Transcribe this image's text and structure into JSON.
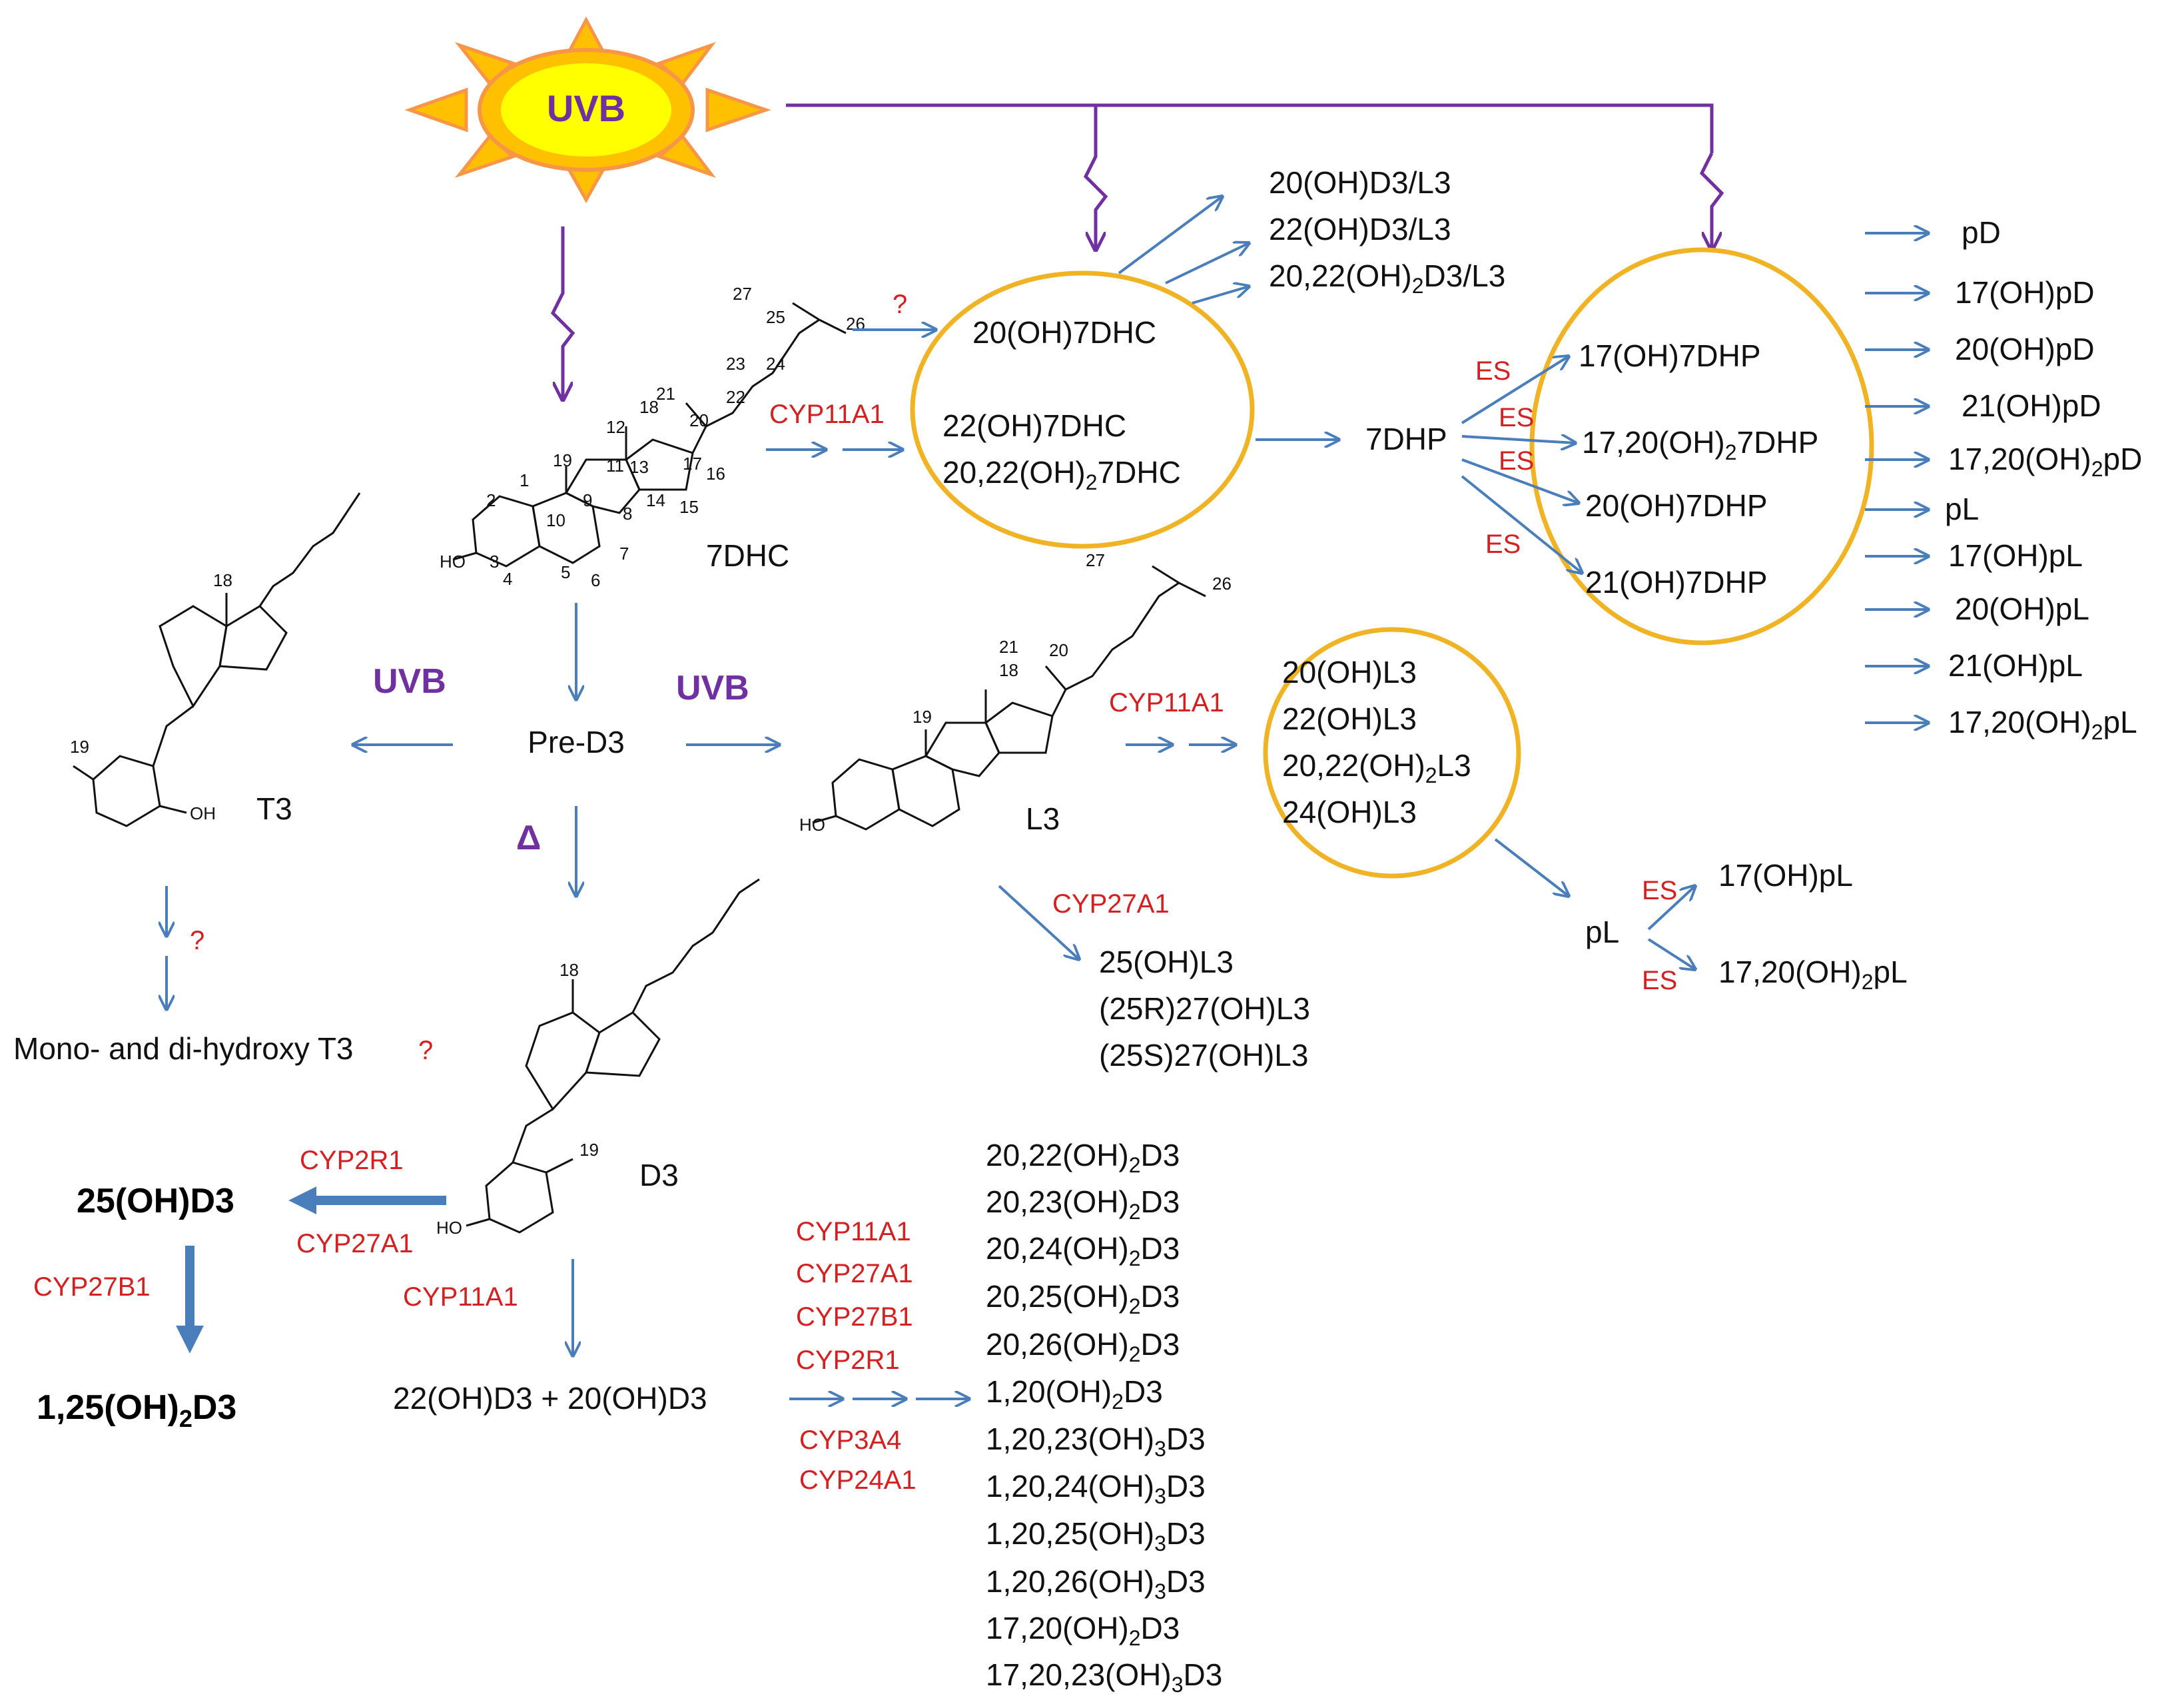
{
  "sun": {
    "label": "UVB",
    "colors": {
      "core": "#ffff00",
      "ray": "#ffc000",
      "border": "#f79646",
      "text": "#7030a0"
    }
  },
  "molecules": {
    "dhc7": "7DHC",
    "pre_d3": "Pre-D3",
    "l3": "L3",
    "t3": "T3",
    "d3": "D3"
  },
  "labels": {
    "uvb_left": "UVB",
    "uvb_right": "UVB",
    "delta": "Δ",
    "q_top": "?",
    "q_t3": "?",
    "mono_di": "Mono- and di-hydroxy T3",
    "q_mono": "?"
  },
  "enzymes": {
    "cyp11a1_7dhc": "CYP11A1",
    "cyp11a1_l3": "CYP11A1",
    "cyp27a1_l3": "CYP27A1",
    "cyp2r1": "CYP2R1",
    "cyp27a1_d3": "CYP27A1",
    "cyp27b1": "CYP27B1",
    "cyp11a1_d3": "CYP11A1",
    "cascade": [
      "CYP11A1",
      "CYP27A1",
      "CYP27B1",
      "CYP2R1"
    ],
    "cascade2": [
      "CYP3A4",
      "CYP24A1"
    ],
    "es": "ES"
  },
  "products": {
    "d3l3": [
      "20(OH)D3/L3",
      "22(OH)D3/L3",
      "20,22(OH)2D3/L3"
    ],
    "circle_7dhc": [
      "20(OH)7DHC",
      "22(OH)7DHC",
      "20,22(OH)27DHC"
    ],
    "dhp7": "7DHP",
    "circle_7dhp": [
      "17(OH)7DHP",
      "17,20(OH)27DHP",
      "20(OH)7DHP",
      "21(OH)7DHP"
    ],
    "right_list": [
      "pD",
      "17(OH)pD",
      "20(OH)pD",
      "21(OH)pD",
      "17,20(OH)2pD",
      "pL",
      "17(OH)pL",
      "20(OH)pL",
      "21(OH)pL",
      "17,20(OH)2pL"
    ],
    "circle_l3": [
      "20(OH)L3",
      "22(OH)L3",
      "20,22(OH)2L3",
      "24(OH)L3"
    ],
    "pl": "pL",
    "pl_products": [
      "17(OH)pL",
      "17,20(OH)2pL"
    ],
    "cyp27a1_products": [
      "25(OH)L3",
      "(25R)27(OH)L3",
      "(25S)27(OH)L3"
    ],
    "oh25d3": "25(OH)D3",
    "oh125d3": "1,25(OH)2D3",
    "d3_first": "22(OH)D3 + 20(OH)D3",
    "d3_list": [
      "20,22(OH)2D3",
      "20,23(OH)2D3",
      "20,24(OH)2D3",
      "20,25(OH)2D3",
      "20,26(OH)2D3",
      "1,20(OH)2D3",
      "1,20,23(OH)3D3",
      "1,20,24(OH)3D3",
      "1,20,25(OH)3D3",
      "1,20,26(OH)3D3",
      "17,20(OH)2D3",
      "17,20,23(OH)3D3"
    ]
  }
}
